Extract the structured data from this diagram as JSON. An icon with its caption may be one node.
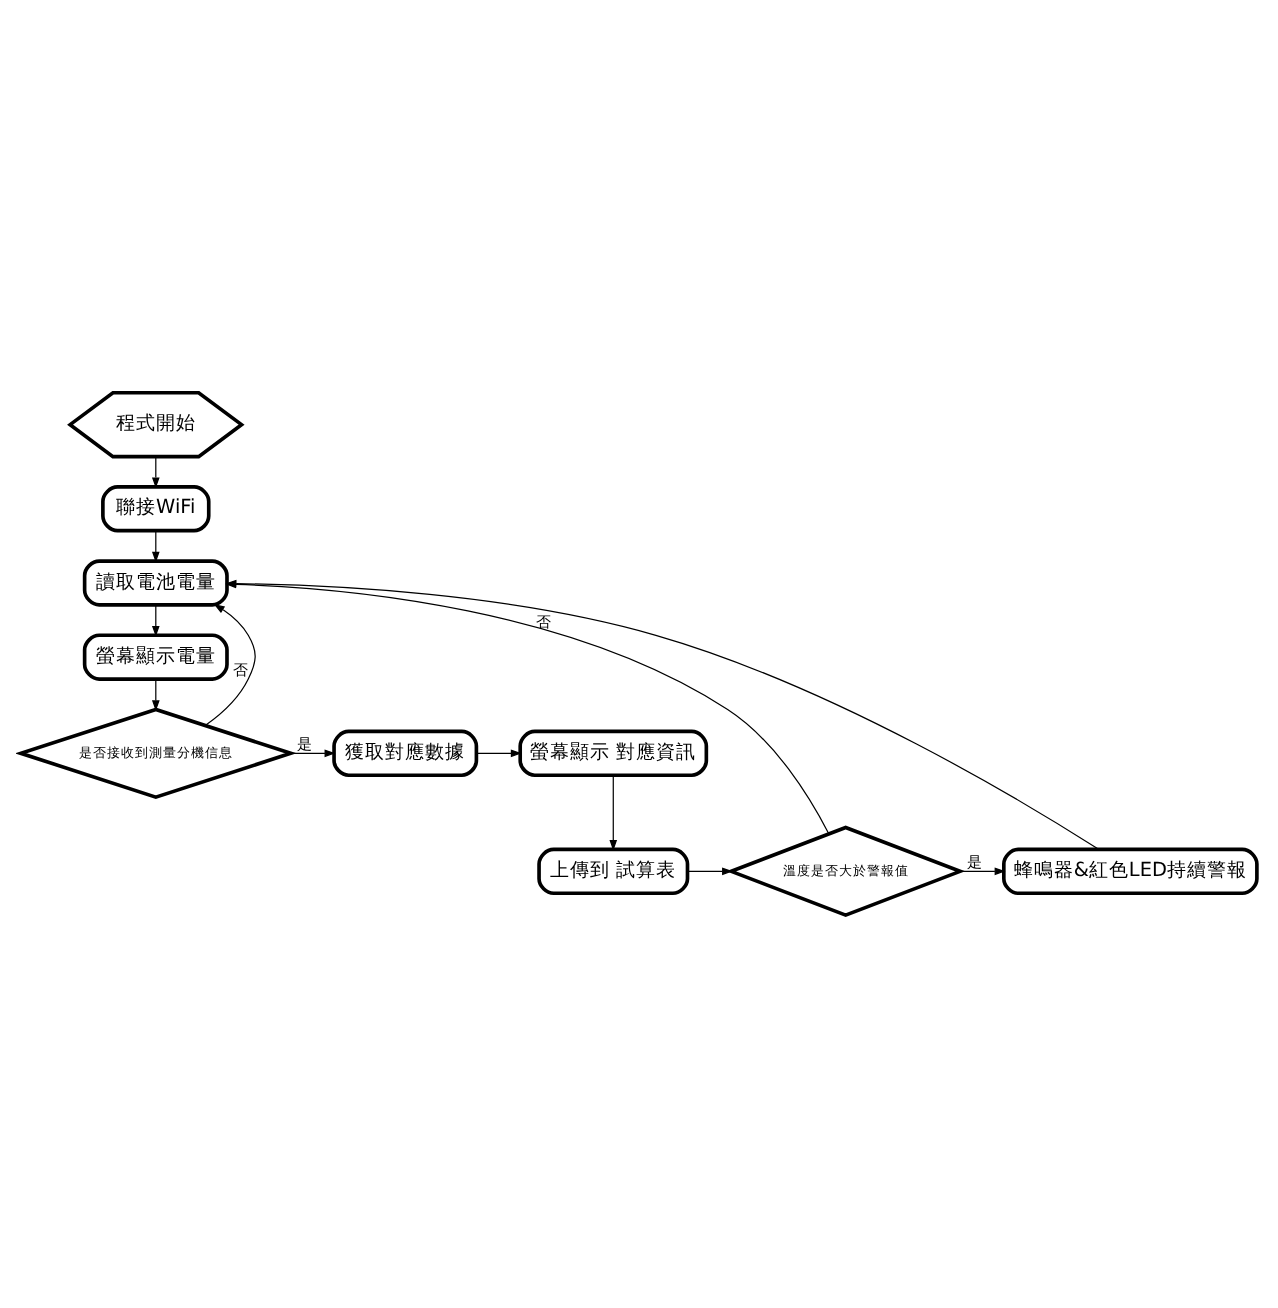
{
  "diagram": {
    "nodes": [
      {
        "text": [
          "程式開始"
        ]
      },
      {
        "text": [
          "聯接WiFi"
        ]
      },
      {
        "text": [
          "讀取電池電量"
        ]
      },
      {
        "text": [
          "螢幕顯示電量"
        ]
      },
      {
        "text": [
          "是否接收到測量分機信息"
        ]
      },
      {
        "text": [
          "獲取對應數據"
        ]
      },
      {
        "text": [
          "螢幕顯示 對應資訊"
        ]
      },
      {
        "text": [
          "上傳到 試算表"
        ]
      },
      {
        "text": [
          "溫度是否大於警報值"
        ]
      },
      {
        "text": [
          "蜂鳴器&紅色LED持續警報"
        ]
      }
    ],
    "edges": [
      {
        "from": 0,
        "to": 1,
        "arrow": "to"
      },
      {
        "from": 1,
        "to": 2,
        "arrow": "to"
      },
      {
        "from": 2,
        "to": 3,
        "arrow": "to"
      },
      {
        "from": 3,
        "to": 4,
        "arrow": "to"
      },
      {
        "from": 4,
        "to": 5,
        "arrow": "to",
        "label": "是"
      },
      {
        "from": 5,
        "to": 6,
        "arrow": "to"
      },
      {
        "from": 6,
        "to": 7,
        "arrow": "to"
      },
      {
        "from": 7,
        "to": 8,
        "arrow": "to"
      },
      {
        "from": 8,
        "to": 9,
        "arrow": "to",
        "label": "是"
      },
      {
        "from": 4,
        "to": 2,
        "arrow": "to",
        "label": "否"
      },
      {
        "from": 9,
        "to": 2,
        "arrow": "to"
      },
      {
        "from": 8,
        "to": 2,
        "arrow": "to",
        "label": "否"
      }
    ]
  }
}
